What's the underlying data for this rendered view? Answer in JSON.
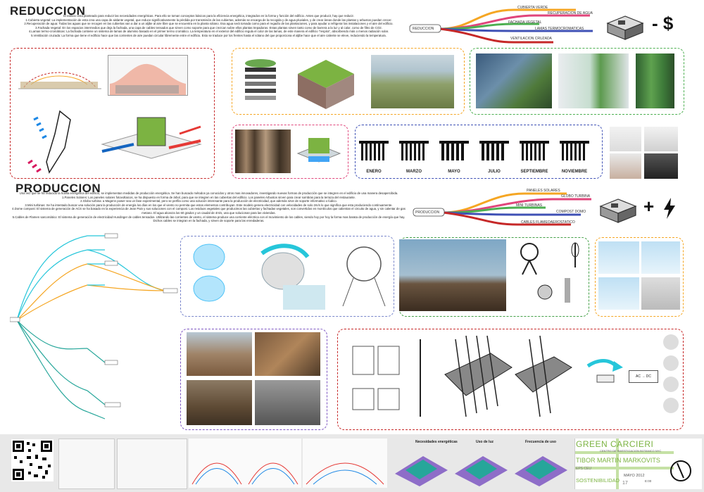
{
  "reduccion": {
    "title": "REDUCCION",
    "intro": "El edificio esta planteado para reducir las necesidades energéticas. Para ello se toman conceptos básicos para la eficiencia energética, integrados en la forma y función del edificio. Antes que producir, hay que reducir.",
    "points": [
      "1.Cubierta vegetal: La implementación de esta crea una capa de aislante vegetal, que reduce significativamente la pérdida por transmisión de las cubiertas, además se encarga de la recogida y de agua pluviales, y de crear áreas donde las plantas y arbustos puedan crecer.",
      "2.Recuperación de agua: Todas las aguas que se recogen en las cubiertas van a dar a un aljibe al aire libre que se encuentra en la planta sótano. Esa agua será tomada como para el regadío de las plantaciones, y para ayudar a refrigerar las instalaciones y el aire del edificio.",
      "3.Fachada Vegetal: En los espacios intermedios que deja la fachada, una capa de cables tensados que sirven como soporte para que crezcan sobre ellos plantas trepadoras. Estas plantas sirven tanto como de barrera a la luz y al calor, como de filtro de CO2.",
      "4.Lamas termo-cromáticas: La fachada contiene un sistema de lamas de aluminio basado en el primer termo cromático. La temperatura en el exterior del edificio regula el color de las lamas, de este manera el edificio \"respira\", absorbiendo más o menos radiación solar.",
      "5.Ventilación cruzada: La forma que tiene el edificio hace que las corrientes de aire puedan circular libremente entre el edificio. Esto se traduce por los frentes hasta el sótano del que proporciona el aljibe hace que el aire caliente se eleve, reduciendo la temperatura."
    ],
    "diagram_root": "REDUCCION",
    "diagram_branches": [
      "CUBIERTA VERDE",
      "RECUPERACION DE AGUA",
      "FACHADA VEGETAL",
      "LAMAS TERMOCROMATICAS",
      "VENTILACION CRUZADA"
    ],
    "symbol": "- $",
    "months": [
      "ENERO",
      "MARZO",
      "MAYO",
      "JULIO",
      "SEPTIEMBRE",
      "NOVIEMBRE"
    ]
  },
  "produccion": {
    "title": "PRODUCCION",
    "intro": "Una vez que se ha reducido la huella energética del edificio, se implementan medidas de producción energética. Se han buscado métodos ya conocidos y otros mas innovadores, investigando nuevas formas de producción que se integren en el edificio de una manera desapercibida.",
    "points": [
      "1.Paneles Solares: Los paneles solares fotovoltaicos, se ha dispuesto en forma de árbol, para que se integren en las cubiertas del edificio. Los paneles Arbustos sirven para crear sombras para la terraza del restaurante.",
      "2.Globo turbina: a Magenn power sea un fase experimental, pero se perfila como una solución interesante para la producción de electricidad, que además sirve de soporte informativo o lúdico.",
      "3.Mini turbinas: Se ha intentado buscar una solución para la producción de energía los días en los que el viento no permita que estos elementos contribuyan. Este modelo genera electricidad con velocidades de solo 2m/s lo que significa que esta produciendo continuamente.",
      "4.Dome compost: El sistema de generación de ACS se ha basado en la experiencia de Jean Pain y sus soluciones con el compost. Los residuos vegetales que producimos las cubiertas y fachadas vegetales, son convertidos en montículos que calientan el circuito de agua, y sin calentar de gas metano. El agua alcanza los 60 grados y un caudal de 4m/s, una que solucionan para las viviendas.",
      "5.Cables de Flamen sarcomático: El sistema de generación de electricidad Hundinger de cables tensados. Utilizando las corrientes de viento, el sistema produce una corriente eléctrica con el movimiento de los cables, siendo hoy por hoy la forma mas barata de producción de energía que hay. Dichos cables se integran en la fachada, y sirven de soporte para las enredaderas."
    ],
    "diagram_root": "PRODUCCION",
    "diagram_branches": [
      "PANELES SOLARES",
      "GLOBO TURBINA",
      "MINI TURBINAS",
      "COMPOST DOMO",
      "CABLES FLAMEOAEROSTATICO"
    ],
    "symbol": "+",
    "inverter_label": "AC → DC"
  },
  "footer": {
    "chart_titles": [
      "Necesidades energéticas",
      "Uso de luz",
      "Frecuencia de uso"
    ],
    "project_title": "GREEN CARCIERI",
    "project_subtitle": "CENTRO DE INVESTIGACION BOTANICO NYC",
    "author": "TIBOR MARTIN MARKOVITS",
    "school": "EPS CEU",
    "date": "MAYO 2012",
    "subject": "SOSTENIBILIDAD",
    "scale": "E:00",
    "sheet": "17"
  },
  "colors": {
    "orange": "#f5a623",
    "pink": "#e0457b",
    "green": "#4caf50",
    "blue": "#3f51b5",
    "cyan": "#26c6da",
    "red": "#c62828",
    "purple": "#5e35b1"
  }
}
